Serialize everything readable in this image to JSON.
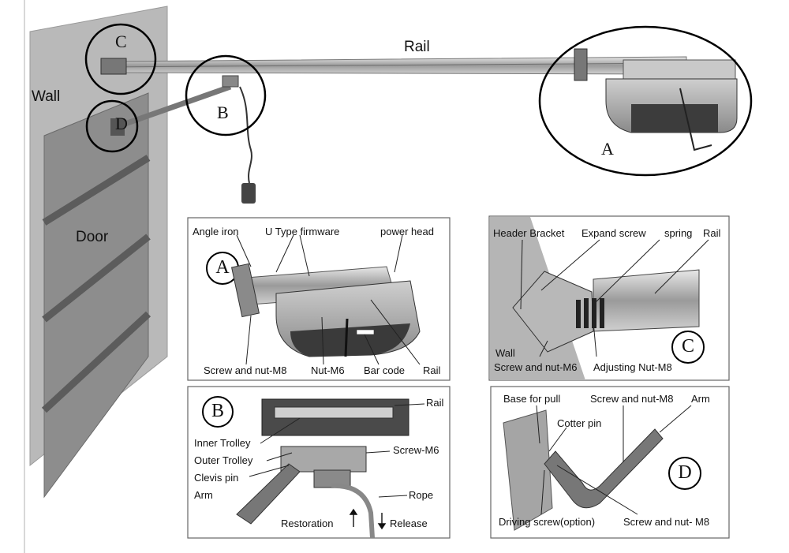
{
  "overview": {
    "wall": "Wall",
    "door": "Door",
    "rail": "Rail",
    "circles": {
      "a": "A",
      "b": "B",
      "c": "C",
      "d": "D"
    }
  },
  "panel_a": {
    "letter": "A",
    "angle_iron": "Angle iron",
    "u_type": "U Type firmware",
    "power_head": "power head",
    "screw_nut_m8": "Screw and nut-M8",
    "nut_m6": "Nut-M6",
    "bar_code": "Bar code",
    "rail": "Rail"
  },
  "panel_b": {
    "letter": "B",
    "rail": "Rail",
    "inner_trolley": "Inner Trolley",
    "outer_trolley": "Outer Trolley",
    "clevis_pin": "Clevis pin",
    "arm": "Arm",
    "screw_m6": "Screw-M6",
    "rope": "Rope",
    "restoration": "Restoration",
    "release": "Release"
  },
  "panel_c": {
    "letter": "C",
    "header_bracket": "Header Bracket",
    "expand_screw": "Expand screw",
    "spring": "spring",
    "rail": "Rail",
    "wall": "Wall",
    "screw_nut_m6": "Screw and nut-M6",
    "adjusting_nut": "Adjusting Nut-M8"
  },
  "panel_d": {
    "letter": "D",
    "base_for_pull": "Base for pull",
    "screw_nut_m8": "Screw and nut-M8",
    "arm": "Arm",
    "cotter_pin": "Cotter pin",
    "driving_screw": "Driving screw(option)",
    "screw_nut_m8_b": "Screw and nut- M8"
  }
}
